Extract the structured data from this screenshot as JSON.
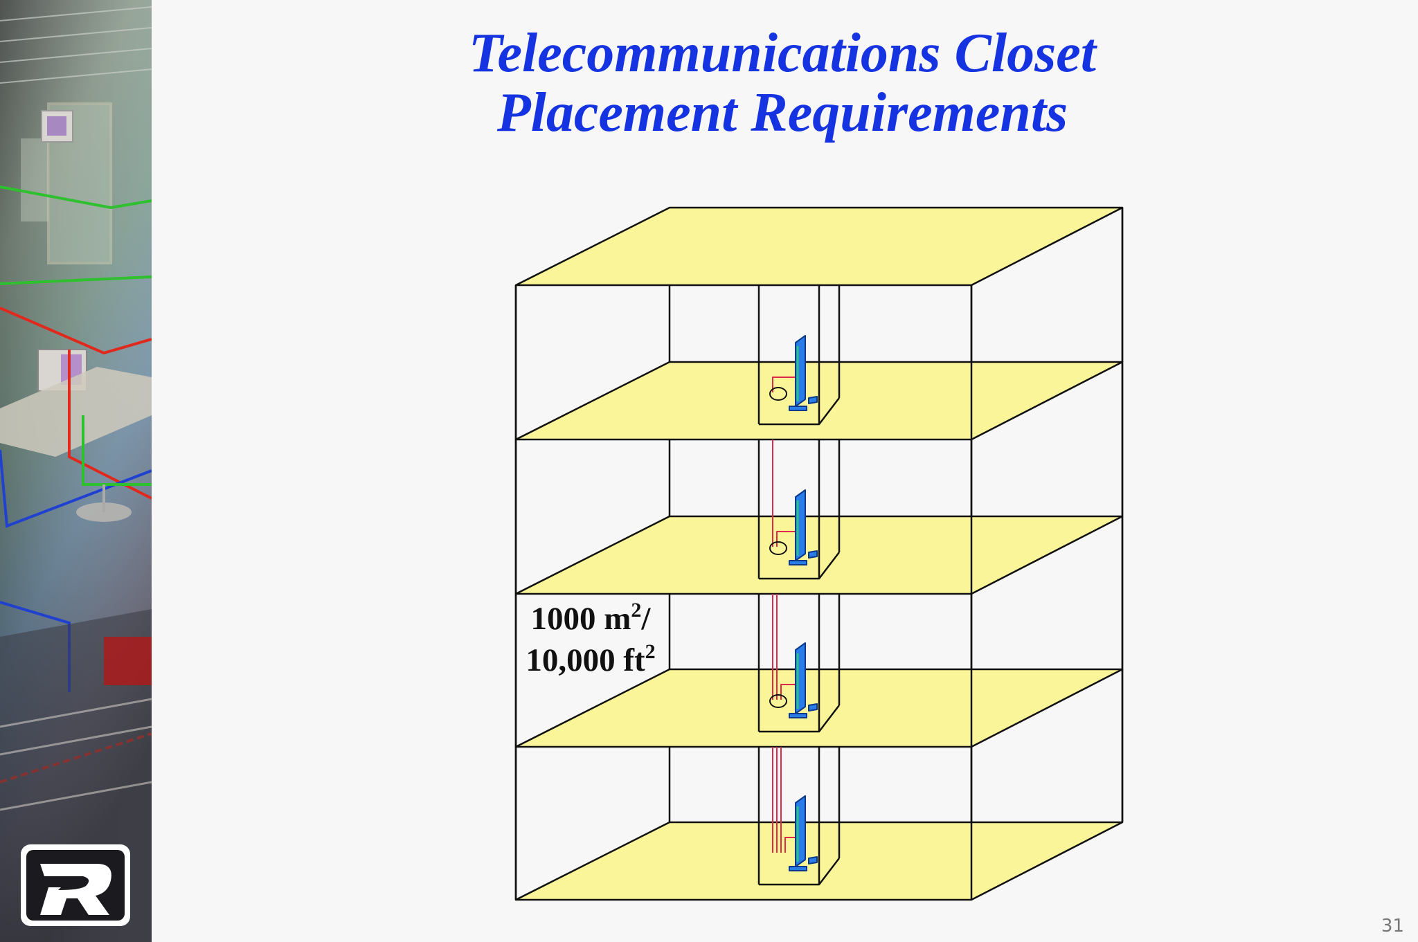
{
  "title": {
    "line1": "Telecommunications Closet",
    "line2": "Placement Requirements"
  },
  "diagram": {
    "floor_count": 4,
    "closet_per_floor": true,
    "floor_color": "#fbf59a",
    "closet_color": "#2a7de8",
    "cable_color": "#e0284a"
  },
  "area_label": {
    "line1_value": "1000 m",
    "line1_sup": "2",
    "line1_suffix": "/",
    "line2_value": "10,000 ft",
    "line2_sup": "2"
  },
  "slide_number": "31",
  "logo": {
    "letter": "R",
    "icon": "r-logo-icon"
  },
  "colors": {
    "title": "#1533e0",
    "background": "#f7f7f7"
  }
}
